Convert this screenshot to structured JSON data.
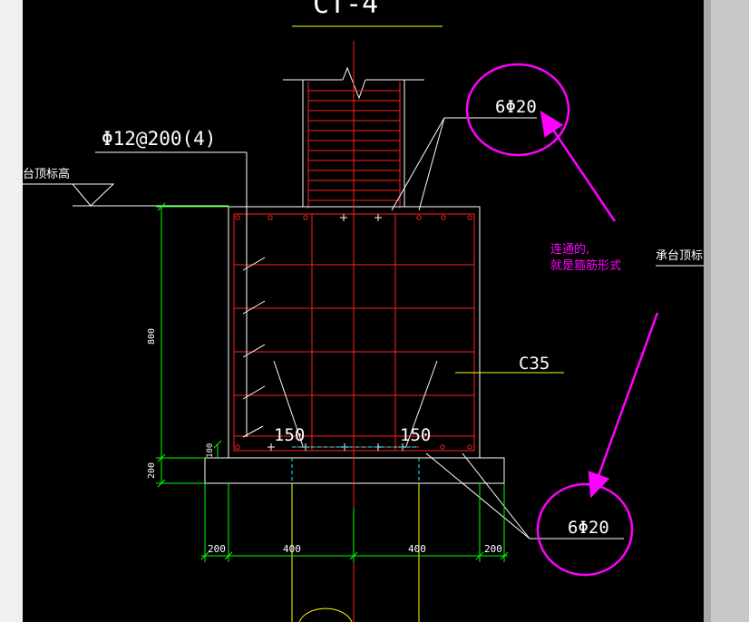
{
  "drawing": {
    "title": "CT-4",
    "top_bars": "6Φ20",
    "bottom_bars": "6Φ20",
    "stirrup_spec": "Φ12@200(4)",
    "cap_top_elev_left": "台顶标高",
    "cap_top_elev_right": "承台顶标高",
    "concrete_grade": "C35",
    "cover_left": "150",
    "cover_right": "150",
    "dim_height": "800",
    "dim_bottom_layer": "100",
    "dim_cushion": "200",
    "dim_bottom": [
      "200",
      "400",
      "400",
      "200"
    ]
  },
  "annotation": {
    "line1": "连通的,",
    "line2": "就是箍筋形式"
  },
  "colors": {
    "background": "#000000",
    "rebar_red": "#ff2020",
    "dimension_green": "#00ff00",
    "outline_white": "#ffffff",
    "axis_yellow": "#ffff00",
    "hidden_cyan": "#00ffff",
    "markup_magenta": "#ff00ff"
  }
}
